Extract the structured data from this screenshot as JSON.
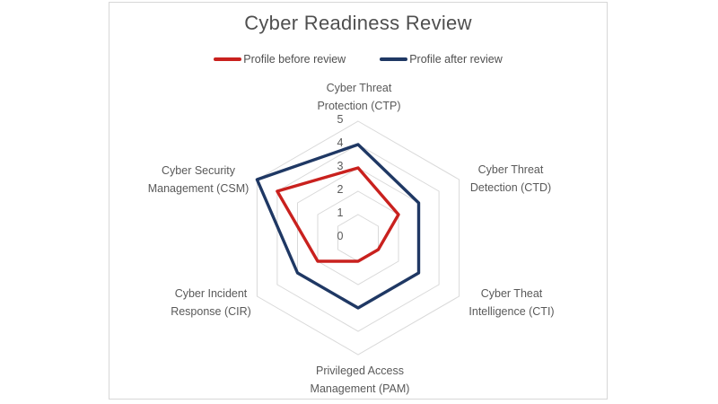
{
  "chart_data": {
    "type": "radar",
    "title": "Cyber Readiness Review",
    "axes": [
      {
        "id": "CTP",
        "label": "Cyber Threat Protection (CTP)",
        "line1": "Cyber Threat",
        "line2": "Protection (CTP)"
      },
      {
        "id": "CTD",
        "label": "Cyber Threat Detection (CTD)",
        "line1": "Cyber Threat",
        "line2": "Detection (CTD)"
      },
      {
        "id": "CTI",
        "label": "Cyber Theat Intelligence (CTI)",
        "line1": "Cyber Theat",
        "line2": "Intelligence (CTI)"
      },
      {
        "id": "PAM",
        "label": "Privileged Access Management (PAM)",
        "line1": "Privileged Access",
        "line2": "Management (PAM)"
      },
      {
        "id": "CIR",
        "label": "Cyber Incident Response (CIR)",
        "line1": "Cyber Incident",
        "line2": "Response (CIR)"
      },
      {
        "id": "CSM",
        "label": "Cyber Security Management (CSM)",
        "line1": "Cyber Security",
        "line2": "Management (CSM)"
      }
    ],
    "ticks": [
      0,
      1,
      2,
      3,
      4,
      5
    ],
    "axis_range": [
      0,
      5
    ],
    "grid": "on",
    "grid_color": "#d9d9d9",
    "tick_color": "#595959",
    "legend_position": "top",
    "series": [
      {
        "name": "Profile before review",
        "color": "#c9211e",
        "values": [
          3,
          2,
          1,
          1,
          2,
          4
        ]
      },
      {
        "name": "Profile after review",
        "color": "#1f3864",
        "values": [
          4,
          3,
          3,
          3,
          3,
          5
        ]
      }
    ]
  }
}
